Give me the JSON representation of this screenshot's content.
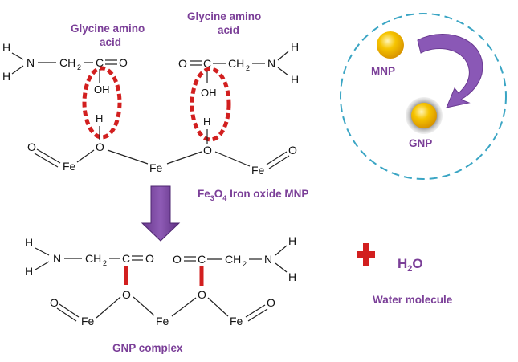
{
  "labels": {
    "glycine_left_line1": "Glycine amino",
    "glycine_left_line2": "acid",
    "glycine_right_line1": "Glycine amino",
    "glycine_right_line2": "acid",
    "iron_oxide_prefix": "Fe",
    "iron_oxide_sub3": "3",
    "iron_oxide_o": "O",
    "iron_oxide_sub4": "4",
    "iron_oxide_suffix": " Iron oxide MNP",
    "mnp": "MNP",
    "gnp": "GNP",
    "water_h": "H",
    "water_sub": "2",
    "water_o": "O",
    "water_label": "Water molecule",
    "gnp_complex": "GNP complex"
  },
  "atoms": {
    "h": "H",
    "n": "N",
    "c": "C",
    "o": "O",
    "oh": "OH",
    "fe": "Fe",
    "ch": "CH",
    "sub2": "2"
  },
  "colors": {
    "purple": "#7b3f98",
    "red": "#d21f1f",
    "teal": "#3aa5c4",
    "gold": "#f2b800"
  }
}
